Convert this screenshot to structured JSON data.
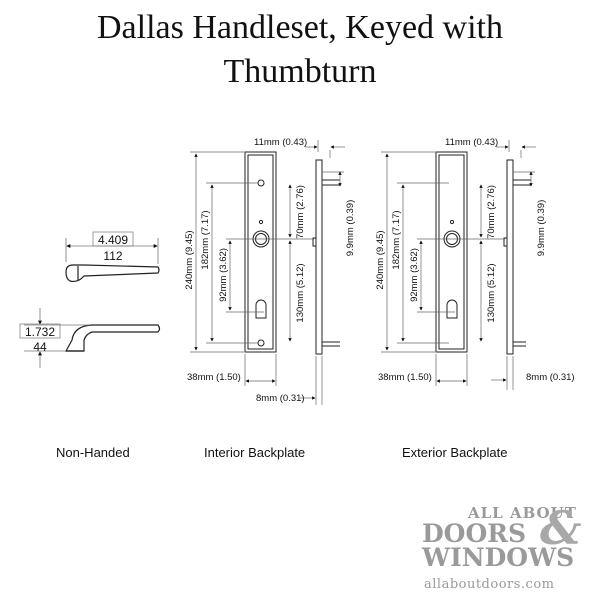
{
  "title": {
    "line1": "Dallas Handleset, Keyed with",
    "line2": "Thumbturn"
  },
  "captions": {
    "non_handed": "Non-Handed",
    "interior": "Interior Backplate",
    "exterior": "Exterior Backplate"
  },
  "lever_dims": {
    "length_in": "4.409",
    "length_mm": "112",
    "height_in": "1.732",
    "height_mm": "44"
  },
  "backplate_dims": {
    "top_offset": "11mm (0.43)",
    "total_height": "240mm (9.45)",
    "upper_span": "182mm (7.17)",
    "middle_span": "92mm (3.62)",
    "upper_spindle": "70mm (2.76)",
    "lower_span": "130mm (5.12)",
    "side_projection": "9.9mm (0.39)",
    "width": "38mm (1.50)",
    "depth": "8mm (0.31)"
  },
  "logo": {
    "line1": "ALL ABOUT",
    "line2": "DOORS",
    "line3": "WINDOWS",
    "ampersand": "&",
    "url": "allaboutdoors.com",
    "brand_color": "#9a9a9a"
  }
}
